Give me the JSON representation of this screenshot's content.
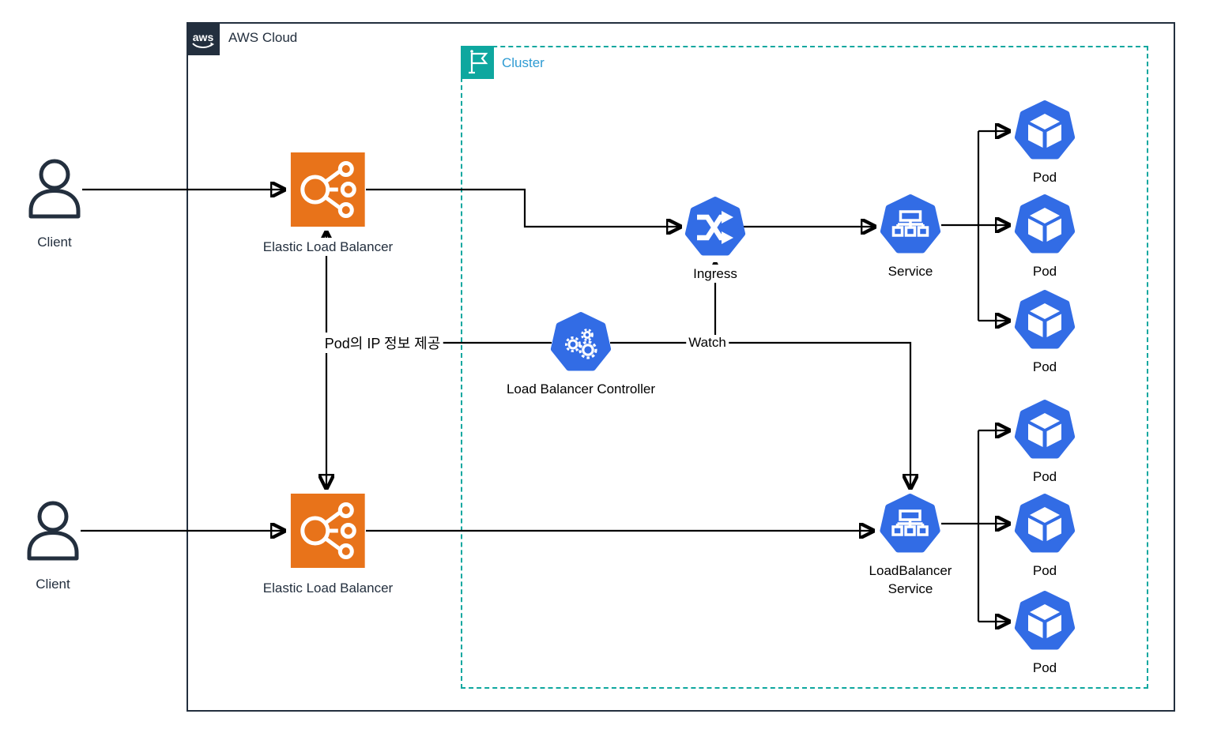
{
  "containers": {
    "aws": {
      "label": "AWS Cloud",
      "logo_text": "aws"
    },
    "cluster": {
      "label": "Cluster"
    }
  },
  "nodes": {
    "client1": {
      "label": "Client"
    },
    "client2": {
      "label": "Client"
    },
    "elb1": {
      "label": "Elastic Load Balancer"
    },
    "elb2": {
      "label": "Elastic Load Balancer"
    },
    "controller": {
      "label": "Load Balancer Controller"
    },
    "ingress": {
      "label": "Ingress"
    },
    "service": {
      "label": "Service"
    },
    "lb_service": {
      "label_line1": "LoadBalancer",
      "label_line2": "Service"
    },
    "pods_top": [
      {
        "label": "Pod"
      },
      {
        "label": "Pod"
      },
      {
        "label": "Pod"
      }
    ],
    "pods_bottom": [
      {
        "label": "Pod"
      },
      {
        "label": "Pod"
      },
      {
        "label": "Pod"
      }
    ]
  },
  "edges": {
    "provide_ip_label": "Pod의 IP 정보 제공",
    "watch_label": "Watch"
  },
  "colors": {
    "aws_dark": "#232F3E",
    "elb_orange": "#E8731A",
    "k8s_blue": "#326CE5",
    "cluster_teal": "#0EA79F",
    "cluster_text_blue": "#2E9BD3",
    "connector_black": "#000000"
  }
}
